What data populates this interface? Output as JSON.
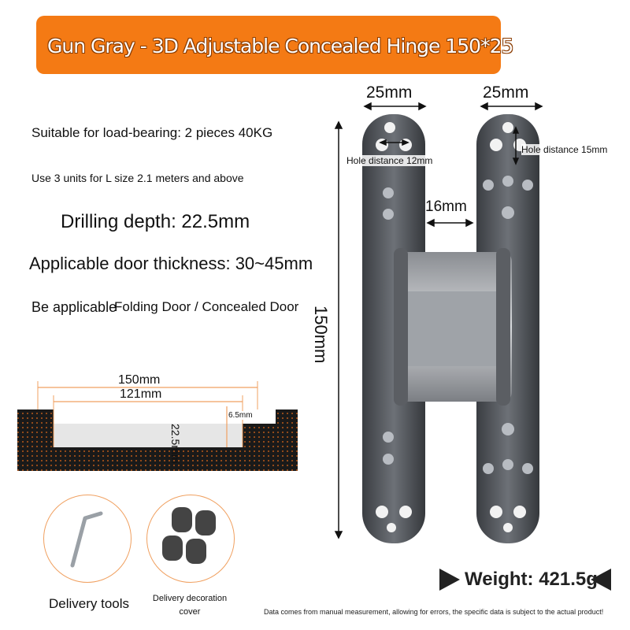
{
  "banner": {
    "title": "Gun Gray - 3D Adjustable Concealed Hinge 150*25"
  },
  "specs": {
    "load": "Suitable for load-bearing: 2 pieces 40KG",
    "units": "Use 3 units for L size 2.1 meters and above",
    "depth": "Drilling depth: 22.5mm",
    "thickness": "Applicable door thickness: 30~45mm",
    "applicable_label": "Be applicable",
    "applicable_value": "Folding Door / Concealed Door"
  },
  "diagram": {
    "outer_width": "150mm",
    "inner_width": "121mm",
    "depth": "22.5mm",
    "step": "6.5mm"
  },
  "hinge_dims": {
    "left_width": "25mm",
    "right_width": "25mm",
    "left_hole": "Hole distance 12mm",
    "right_hole": "Hole distance 15mm",
    "gap": "16mm",
    "height": "150mm"
  },
  "accessories": {
    "tools": "Delivery tools",
    "cover": "Delivery decoration cover"
  },
  "weight": "Weight: 421.5g",
  "disclaimer": "Data comes from manual measurement, allowing for errors, the specific data is subject to the actual product!",
  "colors": {
    "banner": "#f47a14",
    "hinge": "#4a4d52",
    "accent": "#f0a060"
  }
}
